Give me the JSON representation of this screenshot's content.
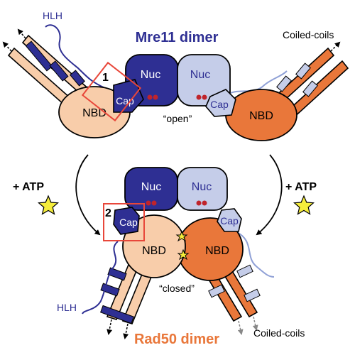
{
  "title_top": "Mre11 dimer",
  "title_bottom": "Rad50 dimer",
  "labels": {
    "hlh": "HLH",
    "coiled_coils": "Coiled-coils",
    "nuc": "Nuc",
    "cap": "Cap",
    "nbd": "NBD",
    "atp": "+ ATP",
    "open": "“open”",
    "closed": "“closed”",
    "box1": "1",
    "box2": "2"
  },
  "colors": {
    "mre11_dark": "#2e2f93",
    "mre11_light": "#c5cde9",
    "rad50_light": "#f8cdaa",
    "rad50_dark": "#e9773a",
    "title_blue": "#2e2f93",
    "title_orange": "#e9773a",
    "highlight_box": "#e8473a",
    "star_fill": "#f5ed3b",
    "red_dot": "#c0242b"
  },
  "icons": [
    "star-icon",
    "arrow-icon"
  ]
}
